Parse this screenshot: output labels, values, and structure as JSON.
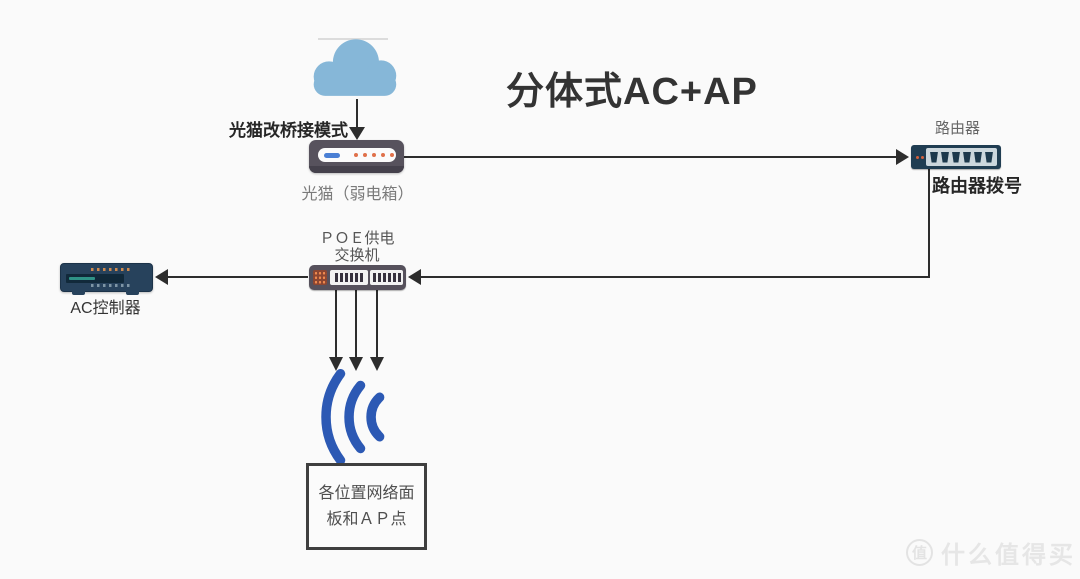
{
  "title": "分体式AC+AP",
  "modem": {
    "mode_label": "光猫改桥接模式",
    "name_label": "光猫（弱电箱）"
  },
  "router": {
    "name_label": "路由器",
    "action_label": "路由器拨号"
  },
  "poe_switch": {
    "label_line1": "ＰＯＥ供电",
    "label_line2": "交换机"
  },
  "ac_controller": {
    "label": "AC控制器"
  },
  "ap_box": {
    "line1": "各位置网络面",
    "line2": "板和ＡＰ点"
  },
  "watermark": {
    "badge": "值",
    "text": "什么值得买"
  },
  "colors": {
    "background": "#fafafa",
    "connector_line": "#2d2d2d",
    "cloud_blue": "#86b7d8",
    "wifi_blue": "#2c59b4",
    "device_gray": "#57525d",
    "device_navy": "#203d52",
    "led_orange": "#e0714a",
    "power_blue": "#4a7fd4",
    "screen_teal": "#2f9387",
    "title_text": "#333333",
    "label_gray": "#6f6f6f",
    "label_dark": "#262626",
    "watermark_gray": "#e3e3e3"
  }
}
